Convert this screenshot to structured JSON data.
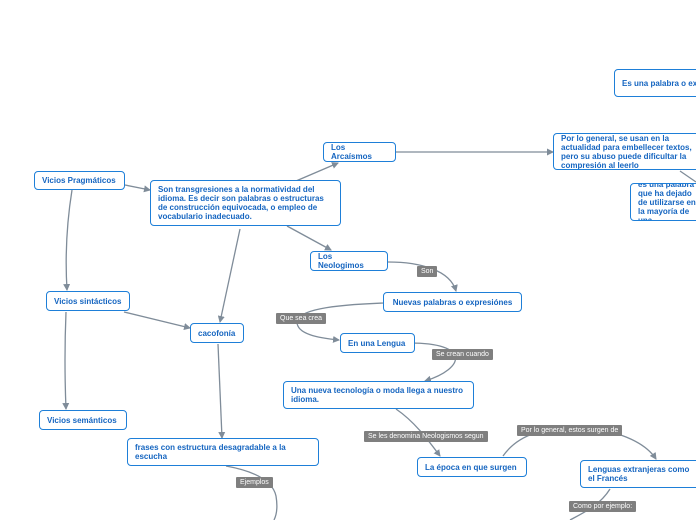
{
  "nodes": {
    "definicion": "Son transgresiones a la normatividad del idioma. Es decir son palabras o estructuras de construcción equivocada, o empleo de vocabulario inadecuado.",
    "vicios_pragmaticos": "Vicios Pragmáticos",
    "vicios_sintacticos": "Vicios sintácticos",
    "vicios_semanticos": "Vicios semánticos",
    "cacofonia": "cacofonía",
    "frases": "frases con estructura desagradable a la escucha",
    "arcaismos": "Los Arcaísmos",
    "neologismos": "Los Neologimos",
    "nuevas_palabras": "Nuevas palabras o expresiónes",
    "en_una_lengua": "En una Lengua",
    "tecnologia": "Una nueva tecnología o moda llega a nuestro idioma.",
    "epoca": "La época en que surgen",
    "lenguas": "Lenguas extranjeras como el Francés",
    "arcaismo_def": "Es una palabra o expresión que se usaba frecuentemente en",
    "arcaismo_uso": "Por lo general, se usan en la actualidad para embellecer textos, pero su abuso puede dificultar la compresión al leerlo",
    "arcaismo_sin_embargo": "Sin embargo, es una palabra que ha dejado de utilizarse en la mayoría de una generación"
  },
  "labels": {
    "son": "Son",
    "que_sea_crea": "Que sea crea",
    "se_crean_cuando": "Se crean cuando",
    "se_les_denomina": "Se les denomina Neologismos segun",
    "por_lo_general": "Por lo general, estos surgen de",
    "ejemplos": "Ejemplos",
    "como_por_ejemplo": "Como por ejemplo:"
  },
  "colors": {
    "node_border": "#1e7fd8",
    "node_text": "#1565c0",
    "connector": "#7f8c99",
    "label_bg": "#7f7f7f"
  }
}
